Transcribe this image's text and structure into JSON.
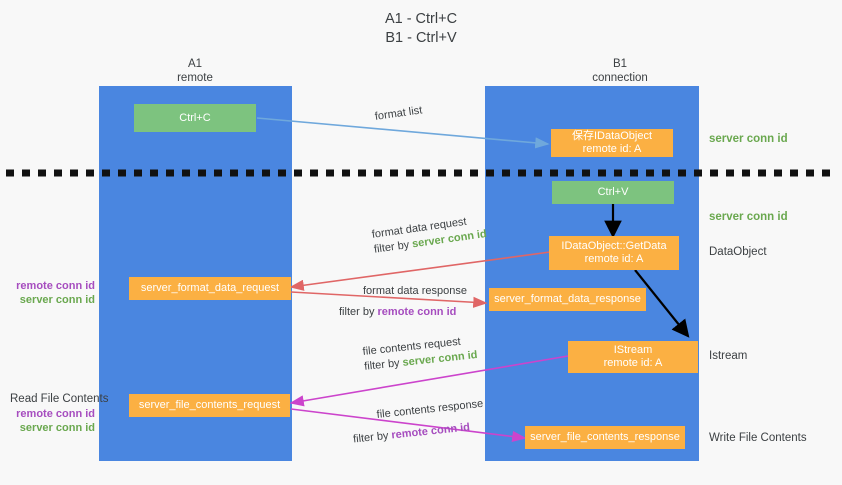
{
  "title": "A1 - Ctrl+C\nB1 - Ctrl+V",
  "colors": {
    "lane": "#4a86e0",
    "box_orange": "#fbb043",
    "box_green": "#7dc37f",
    "server_conn_id": "#6aa84f",
    "remote_conn_id": "#a64dbf",
    "arrow_red": "#e06666",
    "arrow_magenta": "#cc44cc",
    "arrow_lightblue": "#6fa8dc",
    "arrow_black": "#000000",
    "background": "#f8f8f8"
  },
  "columns": [
    {
      "name": "A1",
      "sub": "remote"
    },
    {
      "name": "B1",
      "sub": "connection"
    }
  ],
  "boxes": {
    "ctrl_c": {
      "line1": "Ctrl+C",
      "line2": ""
    },
    "save_idataobject": {
      "line1": "保存IDataObject",
      "line2": "remote id: A"
    },
    "ctrl_v": {
      "line1": "Ctrl+V",
      "line2": ""
    },
    "getdata": {
      "line1": "IDataObject::GetData",
      "line2": "remote id: A"
    },
    "server_format_data_request": {
      "line1": "server_format_data_request",
      "line2": ""
    },
    "server_format_data_response": {
      "line1": "server_format_data_response",
      "line2": ""
    },
    "istream": {
      "line1": "IStream",
      "line2": "remote id: A"
    },
    "server_file_contents_request": {
      "line1": "server_file_contents_request",
      "line2": ""
    },
    "server_file_contents_response": {
      "line1": "server_file_contents_response",
      "line2": ""
    }
  },
  "right_labels": {
    "server_conn_id_top": "server conn id",
    "server_conn_id_mid": "server conn id",
    "dataobject": "DataObject",
    "istream": "Istream",
    "write_file_contents": "Write File Contents"
  },
  "left_labels": {
    "conn_pair_1": {
      "remote": "remote conn id",
      "server": "server conn id"
    },
    "read_file_contents": "Read File Contents",
    "conn_pair_2": {
      "remote": "remote conn id",
      "server": "server conn id"
    }
  },
  "edges": {
    "format_list": {
      "text": "format list"
    },
    "format_data_request": {
      "line1": "format data request",
      "filter_prefix": "filter by ",
      "filter_target": "server conn id"
    },
    "format_data_response": {
      "line1": "format data response",
      "filter_prefix": "filter by ",
      "filter_target": "remote conn id"
    },
    "file_contents_request": {
      "line1": "file contents request",
      "filter_prefix": "filter by ",
      "filter_target": "server conn id"
    },
    "file_contents_response": {
      "line1": "file contents response",
      "filter_prefix": "filter by ",
      "filter_target": "remote conn id"
    }
  }
}
